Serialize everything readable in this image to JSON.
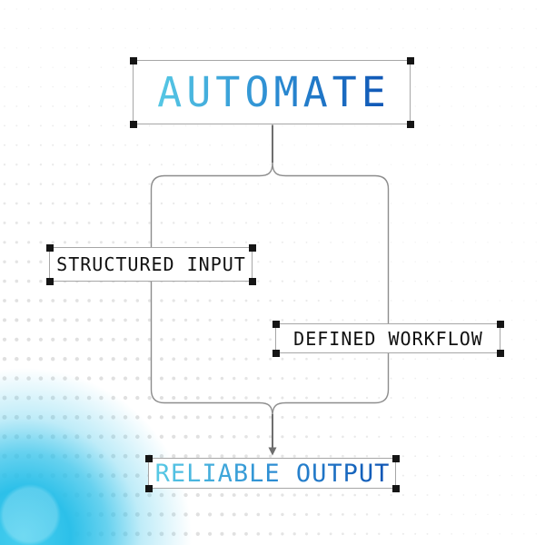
{
  "diagram": {
    "title_node": {
      "label": "AUTOMATE"
    },
    "input_node": {
      "label": "STRUCTURED INPUT"
    },
    "workflow_node": {
      "label": "DEFINED WORKFLOW"
    },
    "output_node": {
      "label": "RELIABLE OUTPUT"
    }
  },
  "colors": {
    "background": "#ffffff",
    "title_gradient_start": "#58cae5",
    "title_gradient_mid": "#2b8bd2",
    "title_gradient_end": "#0e54b4",
    "label_text": "#111111",
    "box_border": "#a6a6a6",
    "selection_handle": "#151515",
    "connector_stem": "#6e6e6e",
    "connector_branch": "#8d8d8d",
    "glow_cyan": "#2cc0e9",
    "halftone_dot": "#dedede"
  }
}
